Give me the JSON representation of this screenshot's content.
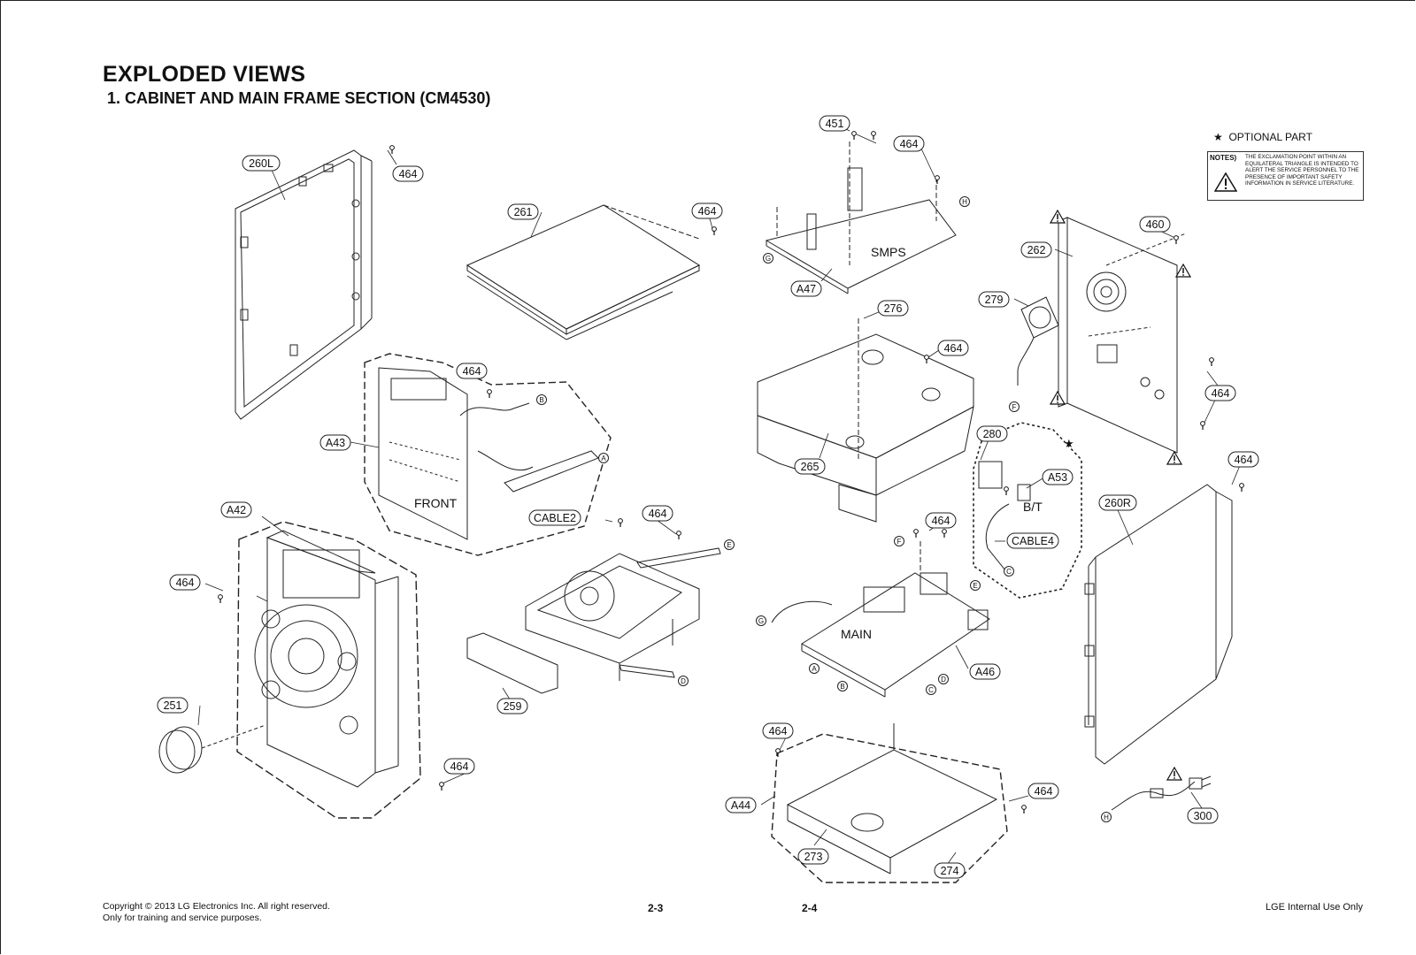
{
  "header": {
    "title": "EXPLODED VIEWS",
    "subtitle": "1. CABINET AND MAIN FRAME SECTION (CM4530)"
  },
  "legend": {
    "optional_label": "OPTIONAL PART",
    "star_icon": "★",
    "notes_heading": "NOTES)",
    "notes_text": "THE EXCLAMATION POINT WITHIN AN EQUILATERAL TRIANGLE IS INTENDED TO ALERT THE SERVICE PERSONNEL TO THE PRESENCE OF IMPORTANT SAFETY INFORMATION IN SERVICE LITERATURE."
  },
  "parts": {
    "p451": "451",
    "p464": "464",
    "p260L": "260L",
    "p261": "261",
    "p262": "262",
    "p460": "460",
    "p279": "279",
    "p276": "276",
    "pA47": "A47",
    "pA43": "A43",
    "pA42": "A42",
    "p265": "265",
    "p280": "280",
    "pA53": "A53",
    "pCABLE4": "CABLE4",
    "pCABLE2": "CABLE2",
    "p260R": "260R",
    "p251": "251",
    "p259": "259",
    "pA46": "A46",
    "pA44": "A44",
    "p273": "273",
    "p274": "274",
    "p300": "300"
  },
  "board_labels": {
    "smps": "SMPS",
    "front": "FRONT",
    "main": "MAIN",
    "bt": "B/T"
  },
  "connectors": {
    "a": "A",
    "b": "B",
    "c": "C",
    "d": "D",
    "e": "E",
    "f": "F",
    "g": "G",
    "h": "H"
  },
  "footer": {
    "copyright": "Copyright © 2013 LG Electronics Inc. All right reserved.",
    "training": "Only for training and service purposes.",
    "page_left": "2-3",
    "page_right": "2-4",
    "internal": "LGE Internal Use Only"
  }
}
